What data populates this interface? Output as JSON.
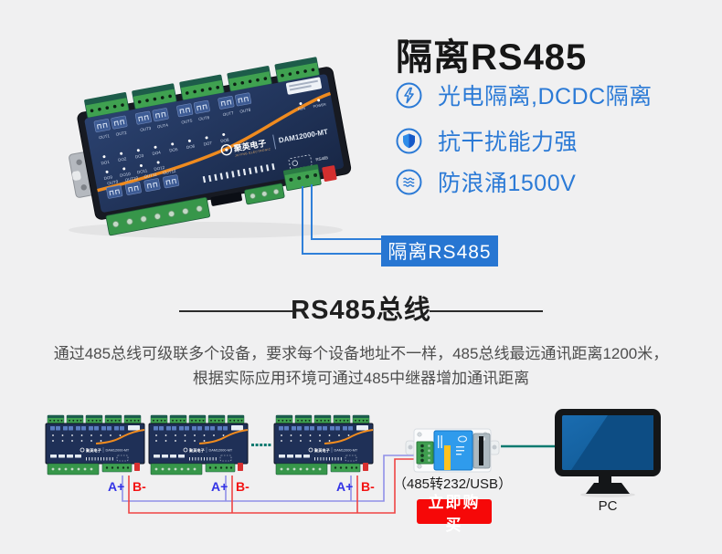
{
  "page": {
    "background": "#f0f0f1",
    "accent_blue": "#2b7ad6"
  },
  "hero": {
    "title": "隔离RS485",
    "features": [
      {
        "icon": "bolt-icon",
        "label": "光电隔离,DCDC隔离"
      },
      {
        "icon": "shield-icon",
        "label": "抗干扰能力强"
      },
      {
        "icon": "wave-icon",
        "label": "防浪涌1500V"
      }
    ],
    "callout": {
      "label": "隔离RS485",
      "bg": "#2776d2"
    },
    "device": {
      "brand": "聚英电子",
      "brand_sub": "JUYING ELECTRONIC",
      "model": "DAM12000-MT",
      "top_labels": [
        "OUT1",
        "OUT2",
        "OUT3",
        "OUT4",
        "OUT5",
        "OUT6",
        "OUT7",
        "OUT8"
      ],
      "led_labels": [
        "DO1",
        "DO2",
        "DO3",
        "DO4",
        "DO5",
        "DO6",
        "DO7",
        "DO8"
      ],
      "led_labels2": [
        "DO9",
        "DO10",
        "DO11",
        "DO12"
      ],
      "bottom_labels": [
        "OUT9",
        "OUT10",
        "OUT11",
        "OUT12"
      ],
      "status_labels": [
        "RUN",
        "POWER"
      ],
      "port_label": "RS485"
    }
  },
  "bus_section": {
    "heading": "RS485总线",
    "description_line1": "通过485总线可级联多个设备，要求每个设备地址不一样，485总线最远通讯距离1200米，",
    "description_line2": "根据实际应用环境可通过485中继器增加通讯距离"
  },
  "diagram": {
    "modules": [
      {
        "a_plus": "A+",
        "b_minus": "B-"
      },
      {
        "a_plus": "A+",
        "b_minus": "B-"
      },
      {
        "a_plus": "A+",
        "b_minus": "B-"
      }
    ],
    "converter_caption": "（485转232/USB）",
    "buy_button": "立即购买",
    "pc_label": "PC",
    "wire_colors": {
      "a_wire": "#9090e8",
      "b_wire": "#ef4444",
      "pc_link": "#0c7a70",
      "callout_wire": "#2f7fd9"
    }
  }
}
